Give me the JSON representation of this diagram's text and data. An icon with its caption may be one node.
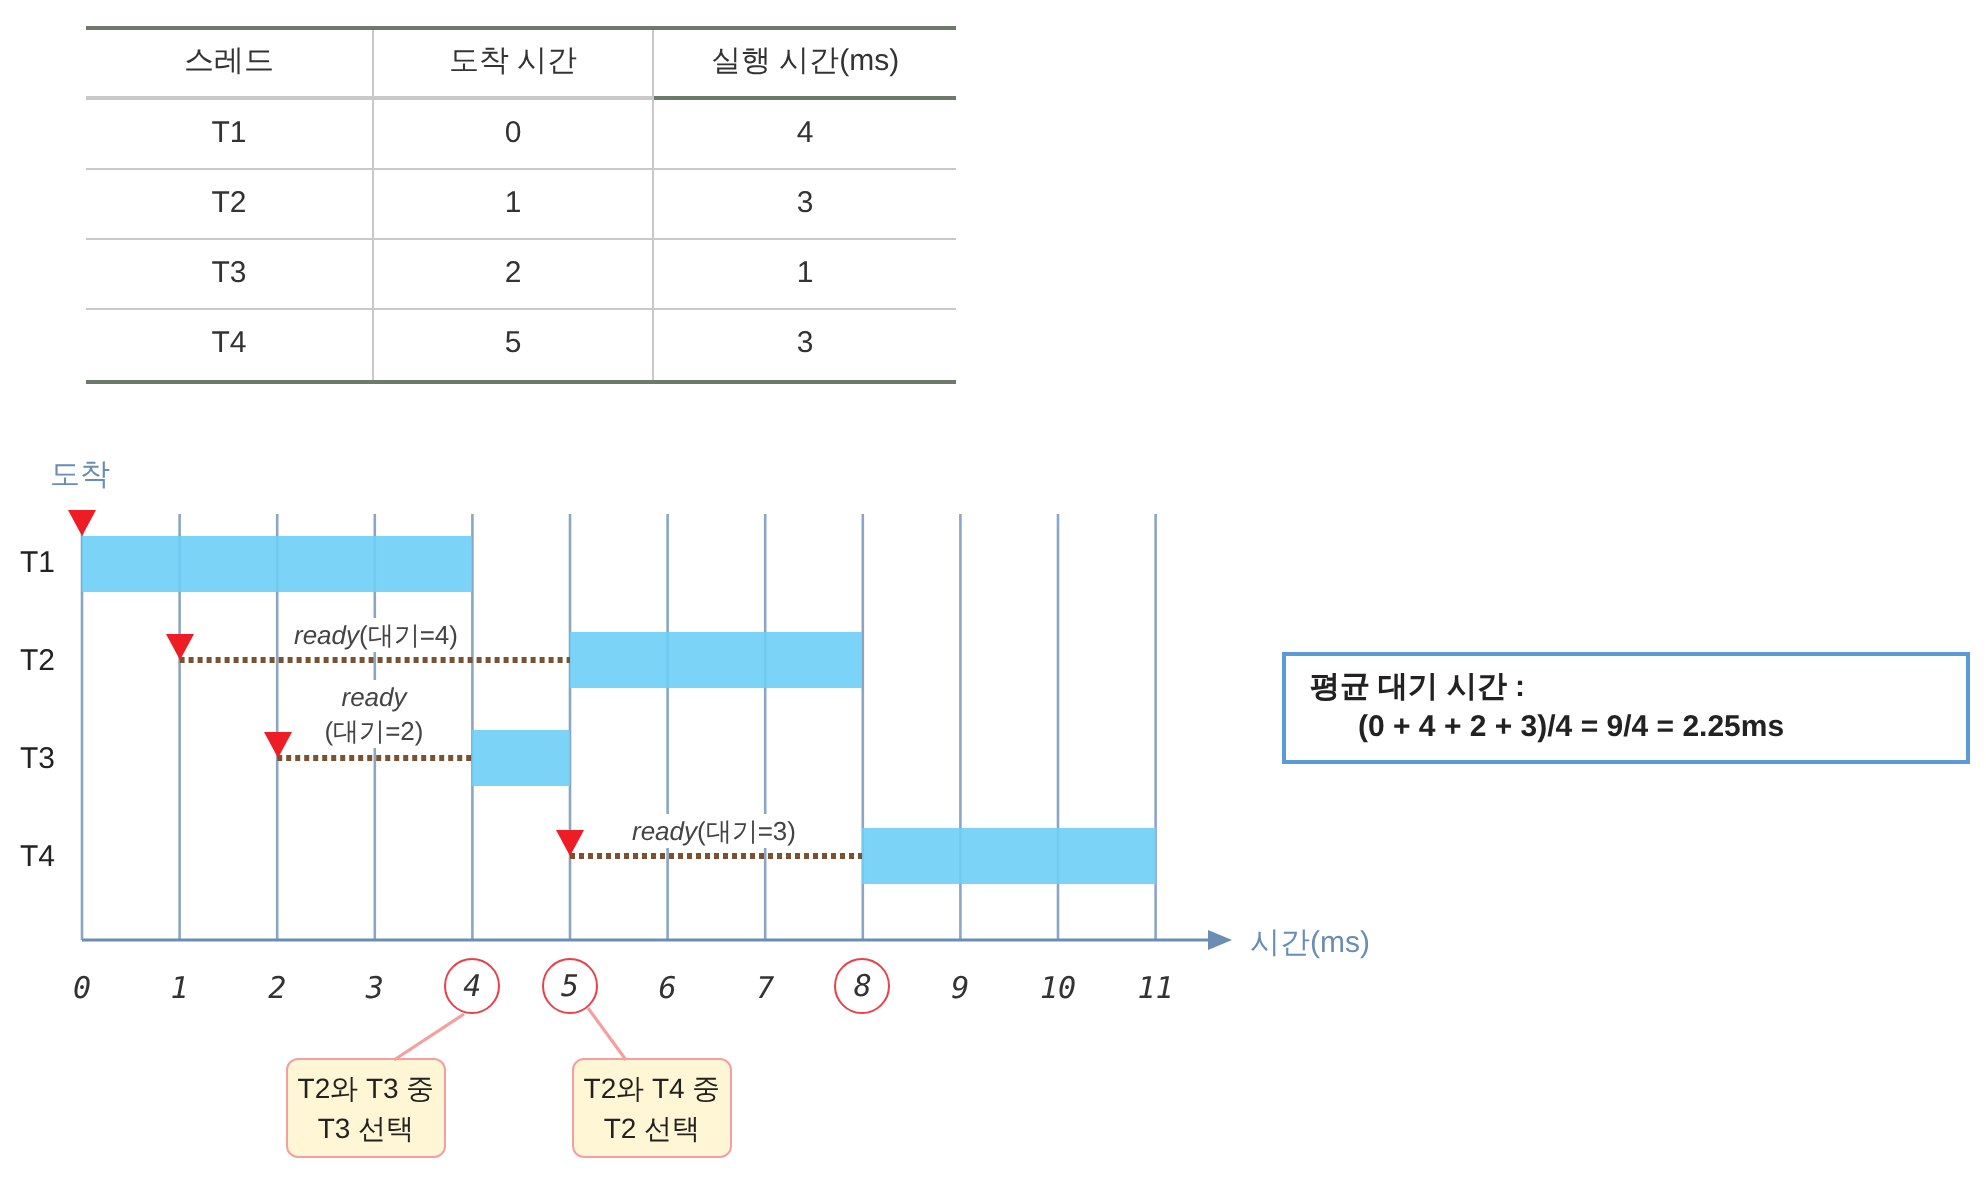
{
  "diagram": {
    "nodes": [
      {
        "text": [],
        "shape": "triangle"
      },
      {
        "text": [],
        "shape": "bar"
      },
      {
        "text": [],
        "shape": "triangle"
      },
      {
        "text": [],
        "shape": "bar"
      },
      {
        "text": [],
        "shape": "triangle"
      },
      {
        "text": [],
        "shape": "bar"
      },
      {
        "text": [],
        "shape": "triangle"
      },
      {
        "text": [],
        "shape": "bar"
      },
      {
        "text": [
          "4"
        ]
      },
      {
        "text": [
          "5"
        ]
      },
      {
        "text": [
          "8"
        ]
      },
      {
        "text": [
          "T2와 T3 중 T3 선택"
        ]
      },
      {
        "text": [
          "T2와 T4 중 T2 선택"
        ]
      },
      {
        "text": [
          "평균 대기 시간 :",
          "(0 + 4 + 2 + 3)/4 = 9/4 = 2.25ms"
        ]
      }
    ],
    "edges": [
      {
        "from": 2,
        "to": 3,
        "arrow": "none",
        "label": "*ready*(대기=4)",
        "style": "dashed",
        "color": "#7a5230"
      },
      {
        "from": 4,
        "to": 5,
        "arrow": "none",
        "label": "*ready* (대기=2)",
        "style": "dashed",
        "color": "#7a5230"
      },
      {
        "from": 6,
        "to": 7,
        "arrow": "none",
        "label": "*ready*(대기=3)",
        "style": "dashed",
        "color": "#7a5230"
      },
      {
        "from": 11,
        "to": 8,
        "arrow": "none",
        "color": "#f4a0a0"
      },
      {
        "from": 12,
        "to": 9,
        "arrow": "none",
        "color": "#f4a0a0"
      }
    ],
    "labels": [
      "스레드",
      "도착 시간",
      "실행 시간(ms)",
      "T1",
      "0",
      "4",
      "T2",
      "1",
      "3",
      "T3",
      "2",
      "1",
      "T4",
      "5",
      "3",
      "도착",
      "T1",
      "T2",
      "T3",
      "T4",
      "0",
      "1",
      "2",
      "3",
      "6",
      "7",
      "9",
      "10",
      "11",
      "시간(ms)"
    ]
  }
}
